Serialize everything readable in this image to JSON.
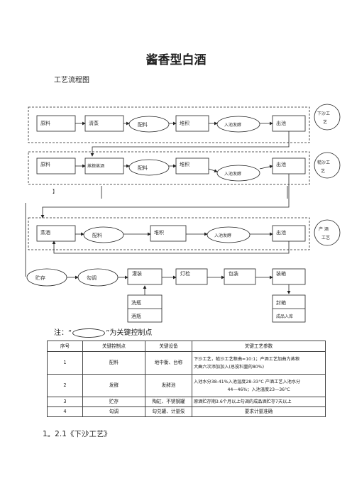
{
  "doc": {
    "title": "酱香型白酒",
    "subtitle": "工艺流程图",
    "note_left": "注：“",
    "note_right": "”为关键控制点",
    "bottom_heading": "1。2.1《下沙工艺》"
  },
  "flow": {
    "row1": [
      "原料",
      "清蒸",
      "配料",
      "堆积",
      "入池发酵",
      "出池"
    ],
    "row1_side": [
      "下沙工",
      "艺"
    ],
    "row2": [
      "原料",
      "蒸粮蒸酒",
      "配料",
      "堆积",
      "入池发酵",
      "出池"
    ],
    "row2_side": [
      "糙沙工",
      "艺"
    ],
    "row2_bracket": "】",
    "row3": [
      "蒸酒",
      "配料",
      "堆积",
      "入池发酵",
      "出池"
    ],
    "row3_side": [
      "产  酒",
      "工艺"
    ],
    "row4": [
      "贮存",
      "勾调",
      "灌装",
      "灯检",
      "包装",
      "装箱"
    ],
    "wash": [
      "洗瓶",
      "酒瓶"
    ],
    "seal": "封箱",
    "warehouse": "成品入库"
  },
  "table": {
    "headers": [
      "序号",
      "关键控制点",
      "关键设备",
      "关键工艺参数"
    ],
    "rows": [
      {
        "no": "1",
        "point": "配料",
        "device": "地中衡、台称",
        "params": [
          "下沙工艺，糙沙工艺粮曲=10:1；产酒工艺加曲为蒸粮",
          "大曲六次添加加入(总投料量的80%)"
        ]
      },
      {
        "no": "2",
        "point": "发酵",
        "device": "发酵池",
        "params": [
          "入池水分38-41%入池温度28-33°C 产酒工艺入池水分",
          "44—46%；入池温度23—36°C"
        ]
      },
      {
        "no": "3",
        "point": "贮存",
        "device": "陶缸、不锈钢罐",
        "params": [
          "原酒贮存期3.6个月以上勾调的成品酒贮存7天以上"
        ]
      },
      {
        "no": "4",
        "point": "勾调",
        "device": "勾兑罐、计量泵",
        "params": [
          "要求计量准确"
        ]
      }
    ]
  }
}
